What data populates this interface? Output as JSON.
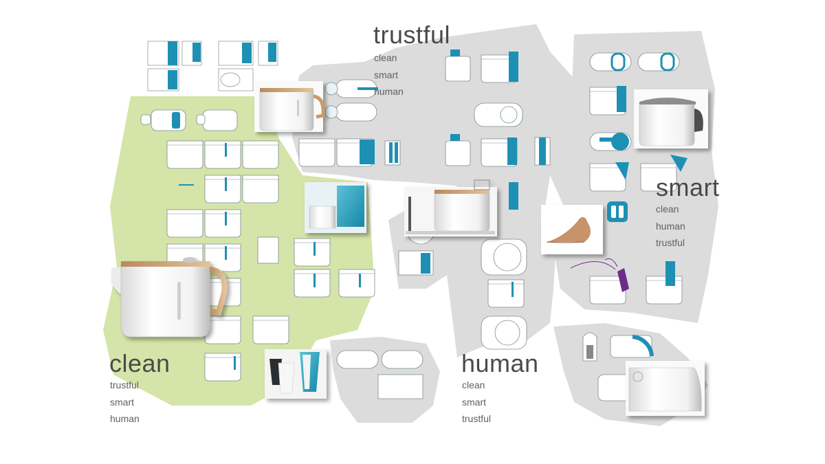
{
  "clusters": {
    "clean": {
      "title": "clean",
      "keywords": [
        "trustful",
        "smart",
        "human"
      ],
      "region_color": "#d5e4a8"
    },
    "trustful": {
      "title": "trustful",
      "keywords": [
        "clean",
        "smart",
        "human"
      ],
      "region_color": "#dcdcdc"
    },
    "smart": {
      "title": "smart",
      "keywords": [
        "clean",
        "human",
        "trustful"
      ],
      "region_color": "#dcdcdc"
    },
    "human": {
      "title": "human",
      "keywords": [
        "clean",
        "smart",
        "trustful"
      ],
      "region_color": "#dcdcdc"
    }
  },
  "colors": {
    "accent": "#1e90b4",
    "purple": "#6b2d8c",
    "wood": "#c89a6a"
  },
  "icons": [
    "kettle-sketch",
    "kettle-render",
    "cups-photo",
    "bird-photo",
    "base-station-render"
  ]
}
